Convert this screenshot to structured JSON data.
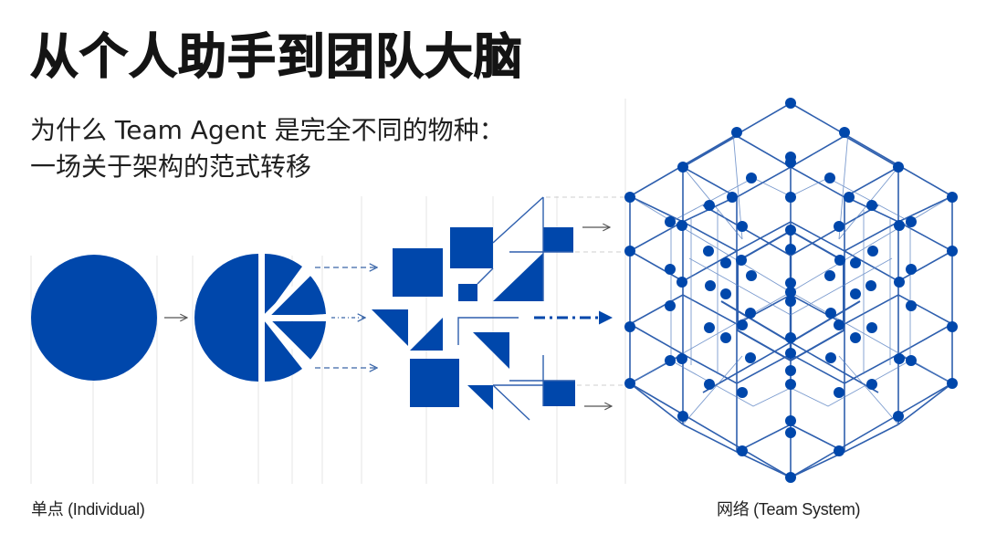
{
  "header": {
    "title": "从个人助手到团队大脑",
    "subtitle_line1": "为什么 Team Agent 是完全不同的物种：",
    "subtitle_line2": "一场关于架构的范式转移"
  },
  "captions": {
    "left": "单点 (Individual)",
    "right": "网络 (Team System)"
  },
  "colors": {
    "primary_blue": "#0047AB",
    "grid_line": "#E3E3E3",
    "arrow_gray": "#555555",
    "text_dark": "#141414"
  },
  "diagram": {
    "stages": [
      {
        "id": "single-point",
        "shape": "solid-circle",
        "label": "单点 (Individual)"
      },
      {
        "id": "split-circle",
        "shape": "circle-split-into-slices"
      },
      {
        "id": "fragments",
        "shape": "squares-and-triangles"
      },
      {
        "id": "network",
        "shape": "isometric-hex-lattice",
        "label": "网络 (Team System)"
      }
    ],
    "connectors": [
      {
        "from": "single-point",
        "to": "split-circle",
        "style": "solid-arrow"
      },
      {
        "from": "split-circle",
        "to": "fragments",
        "style": "dashed-arrow",
        "count": 3
      },
      {
        "from": "fragments",
        "to": "network",
        "style": "solid-arrow",
        "count": 2
      },
      {
        "from": "fragments",
        "to": "network",
        "style": "dash-dot-bold-arrow",
        "count": 1
      }
    ]
  }
}
